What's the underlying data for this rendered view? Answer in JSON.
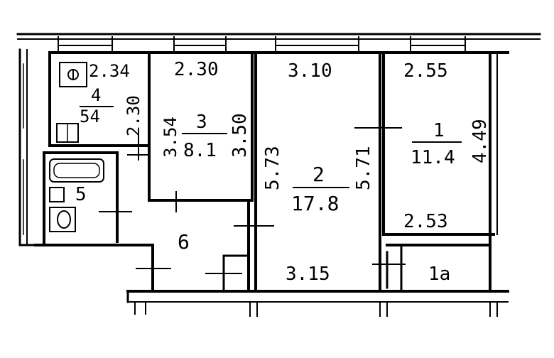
{
  "rooms": [
    {
      "id": "r4",
      "number": "4",
      "area": "54",
      "dims": [
        "2.34",
        "2.30"
      ]
    },
    {
      "id": "r3",
      "number": "3",
      "area": "8.1",
      "dims": [
        "2.30",
        "3.54",
        "3.50"
      ]
    },
    {
      "id": "r2",
      "number": "2",
      "area": "17.8",
      "dims": [
        "3.10",
        "5.73",
        "5.71",
        "3.15"
      ]
    },
    {
      "id": "r1",
      "number": "1",
      "area": "11.4",
      "dims": [
        "2.55",
        "4.49",
        "2.53"
      ]
    },
    {
      "id": "r5",
      "number": "5"
    },
    {
      "id": "r6",
      "number": "6"
    },
    {
      "id": "r1a",
      "number": "1a"
    }
  ]
}
